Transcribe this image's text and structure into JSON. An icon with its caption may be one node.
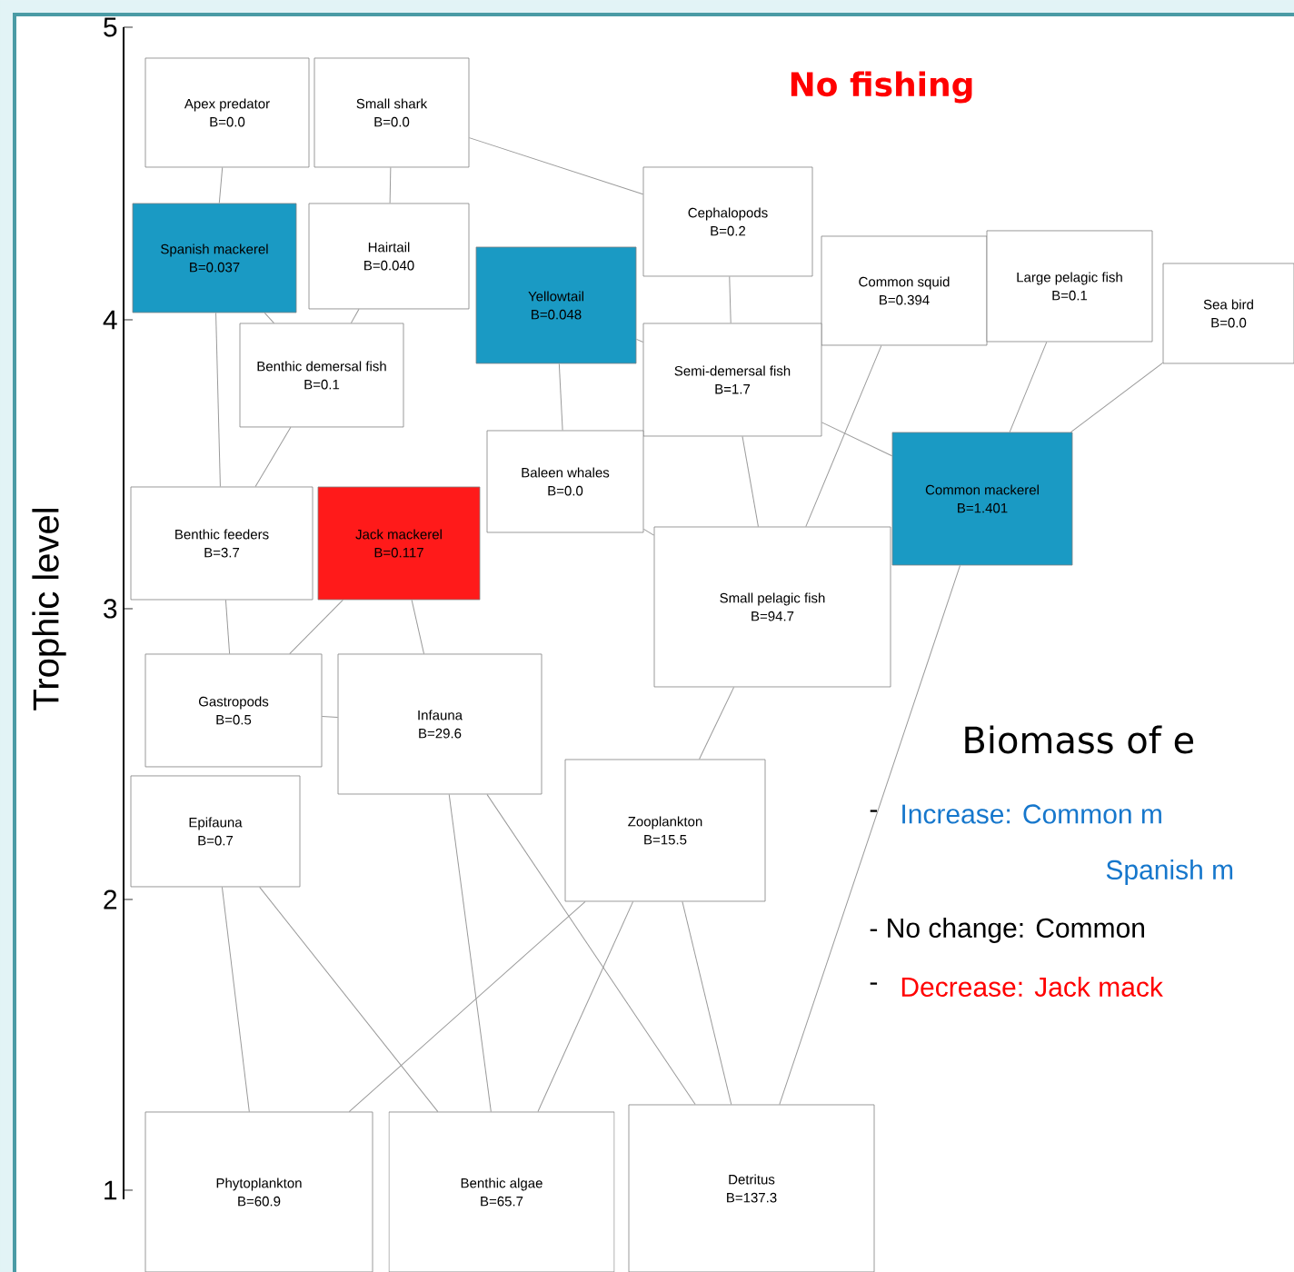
{
  "diagram": {
    "title": "No fishing",
    "nodes": [
      {
        "text": [
          "Apex predator",
          "B=0.0"
        ]
      },
      {
        "text": [
          "Small shark",
          "B=0.0"
        ]
      },
      {
        "text": [
          "Spanish mackerel",
          "B=0.037"
        ]
      },
      {
        "text": [
          "Hairtail",
          "B=0.040"
        ]
      },
      {
        "text": [
          "Yellowtail",
          "B=0.048"
        ]
      },
      {
        "text": [
          "Cephalopods",
          "B=0.2"
        ]
      },
      {
        "text": [
          "Common squid",
          "B=0.394"
        ]
      },
      {
        "text": [
          "Large pelagic fish",
          "B=0.1"
        ]
      },
      {
        "text": [
          "Sea bird",
          "B=0.0"
        ]
      },
      {
        "text": [
          "Benthic demersal fish",
          "B=0.1"
        ]
      },
      {
        "text": [
          "Semi-demersal fish",
          "B=1.7"
        ]
      },
      {
        "text": [
          "Baleen whales",
          "B=0.0"
        ]
      },
      {
        "text": [
          "Benthic feeders",
          "B=3.7"
        ]
      },
      {
        "text": [
          "Jack mackerel",
          "B=0.117"
        ]
      },
      {
        "text": [
          "Common mackerel",
          "B=1.401"
        ]
      },
      {
        "text": [
          "Small pelagic fish",
          "B=94.7"
        ]
      },
      {
        "text": [
          "Gastropods",
          "B=0.5"
        ]
      },
      {
        "text": [
          "Infauna",
          "B=29.6"
        ]
      },
      {
        "text": [
          "Epifauna",
          "B=0.7"
        ]
      },
      {
        "text": [
          "Zooplankton",
          "B=15.5"
        ]
      },
      {
        "text": [
          "Phytoplankton",
          "B=60.9"
        ]
      },
      {
        "text": [
          "Benthic algae",
          "B=65.7"
        ]
      },
      {
        "text": [
          "Detritus",
          "B=137.3"
        ]
      }
    ],
    "edges": [
      {
        "from": 0,
        "to": 2,
        "arrow": "none"
      },
      {
        "from": 2,
        "to": 9,
        "arrow": "none"
      },
      {
        "from": 1,
        "to": 5,
        "arrow": "none"
      },
      {
        "from": 1,
        "to": 3,
        "arrow": "none"
      },
      {
        "from": 2,
        "to": 12,
        "arrow": "none"
      },
      {
        "from": 3,
        "to": 9,
        "arrow": "none"
      },
      {
        "from": 4,
        "to": 10,
        "arrow": "none"
      },
      {
        "from": 4,
        "to": 11,
        "arrow": "none"
      },
      {
        "from": 5,
        "to": 10,
        "arrow": "none"
      },
      {
        "from": 10,
        "to": 14,
        "arrow": "none"
      },
      {
        "from": 6,
        "to": 15,
        "arrow": "none"
      },
      {
        "from": 7,
        "to": 14,
        "arrow": "none"
      },
      {
        "from": 8,
        "to": 14,
        "arrow": "none"
      },
      {
        "from": 9,
        "to": 12,
        "arrow": "none"
      },
      {
        "from": 10,
        "to": 15,
        "arrow": "none"
      },
      {
        "from": 11,
        "to": 15,
        "arrow": "none"
      },
      {
        "from": 12,
        "to": 16,
        "arrow": "none"
      },
      {
        "from": 13,
        "to": 17,
        "arrow": "none"
      },
      {
        "from": 13,
        "to": 16,
        "arrow": "none"
      },
      {
        "from": 14,
        "to": 22,
        "arrow": "none"
      },
      {
        "from": 15,
        "to": 19,
        "arrow": "none"
      },
      {
        "from": 16,
        "to": 17,
        "arrow": "none"
      },
      {
        "from": 17,
        "to": 21,
        "arrow": "none"
      },
      {
        "from": 17,
        "to": 22,
        "arrow": "none"
      },
      {
        "from": 18,
        "to": 20,
        "arrow": "none"
      },
      {
        "from": 18,
        "to": 21,
        "arrow": "none"
      },
      {
        "from": 19,
        "to": 20,
        "arrow": "none"
      },
      {
        "from": 19,
        "to": 21,
        "arrow": "none"
      },
      {
        "from": 19,
        "to": 22,
        "arrow": "none"
      }
    ],
    "labels": [
      "5",
      "4",
      "3",
      "2",
      "1",
      "Trophic level",
      "Biomass of e",
      "-",
      "Increase: Common m",
      "Spanish m",
      "- No change: Common",
      "-",
      "Decrease: Jack mack"
    ]
  }
}
